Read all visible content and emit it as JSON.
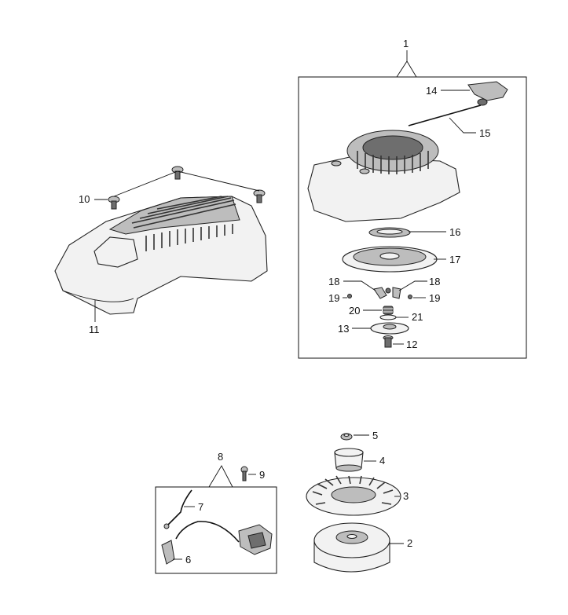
{
  "diagram": {
    "title": "",
    "callouts": {
      "c1": "1",
      "c2": "2",
      "c3": "3",
      "c4": "4",
      "c5": "5",
      "c6": "6",
      "c7": "7",
      "c8": "8",
      "c9": "9",
      "c10": "10",
      "c11": "11",
      "c12": "12",
      "c13": "13",
      "c14": "14",
      "c15": "15",
      "c16": "16",
      "c17": "17",
      "c18a": "18",
      "c18b": "18",
      "c19a": "19",
      "c19b": "19",
      "c20": "20",
      "c21": "21"
    }
  }
}
